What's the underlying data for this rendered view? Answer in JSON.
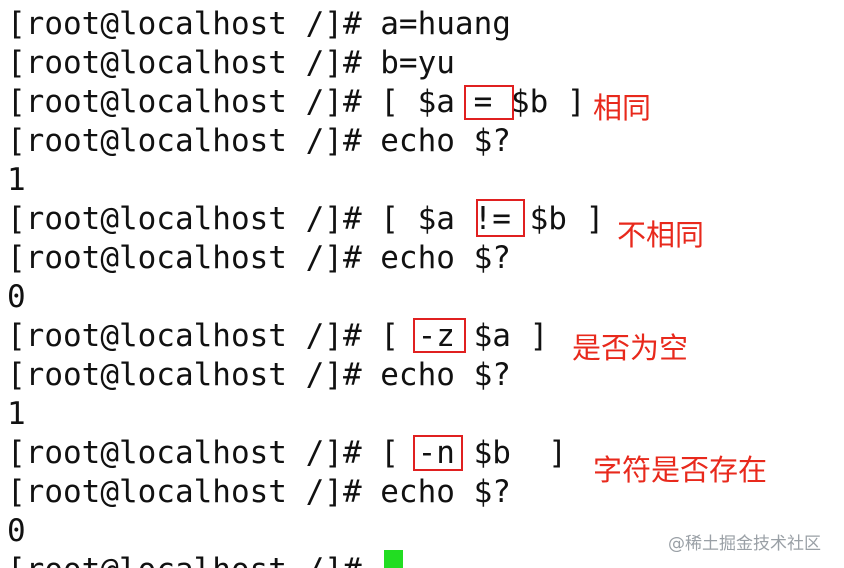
{
  "terminal": {
    "lines": [
      "[root@localhost /]# a=huang",
      "[root@localhost /]# b=yu",
      "[root@localhost /]# [ $a = $b ]",
      "[root@localhost /]# echo $?",
      "1",
      "[root@localhost /]# [ $a != $b ]",
      "[root@localhost /]# echo $?",
      "0",
      "[root@localhost /]# [ -z $a ]",
      "[root@localhost /]# echo $?",
      "1",
      "[root@localhost /]# [ -n $b  ]",
      "[root@localhost /]# echo $?",
      "0",
      "[root@localhost /]# "
    ]
  },
  "annotations": {
    "equal": "相同",
    "not_equal": "不相同",
    "is_empty": "是否为空",
    "exists": "字符是否存在"
  },
  "colors": {
    "highlight_border": "#e02020",
    "annotation_text": "#e8291c",
    "cursor": "#22dd22",
    "terminal_text": "#111111"
  },
  "watermark": {
    "text": "@稀土掘金技术社区"
  }
}
